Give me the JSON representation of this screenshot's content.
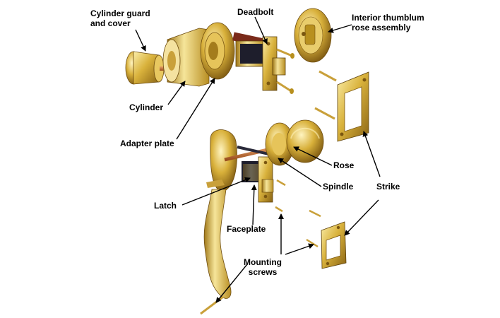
{
  "labels": {
    "cylinder_guard_l1": "Cylinder guard",
    "cylinder_guard_l2": "and cover",
    "deadbolt": "Deadbolt",
    "interior_l1": "Interior thumblum",
    "interior_l2": "rose assembly",
    "cylinder": "Cylinder",
    "adapter_plate": "Adapter plate",
    "rose": "Rose",
    "spindle": "Spindle",
    "strike": "Strike",
    "latch": "Latch",
    "faceplate": "Faceplate",
    "mounting_l1": "Mounting",
    "mounting_l2": "screws"
  },
  "colors": {
    "brass_light": "#f3e08a",
    "brass_mid": "#d9b23c",
    "brass_dark": "#8a6414",
    "dark_part": "#2a2a3a",
    "copper": "#c9773a",
    "arrow": "#000000"
  }
}
